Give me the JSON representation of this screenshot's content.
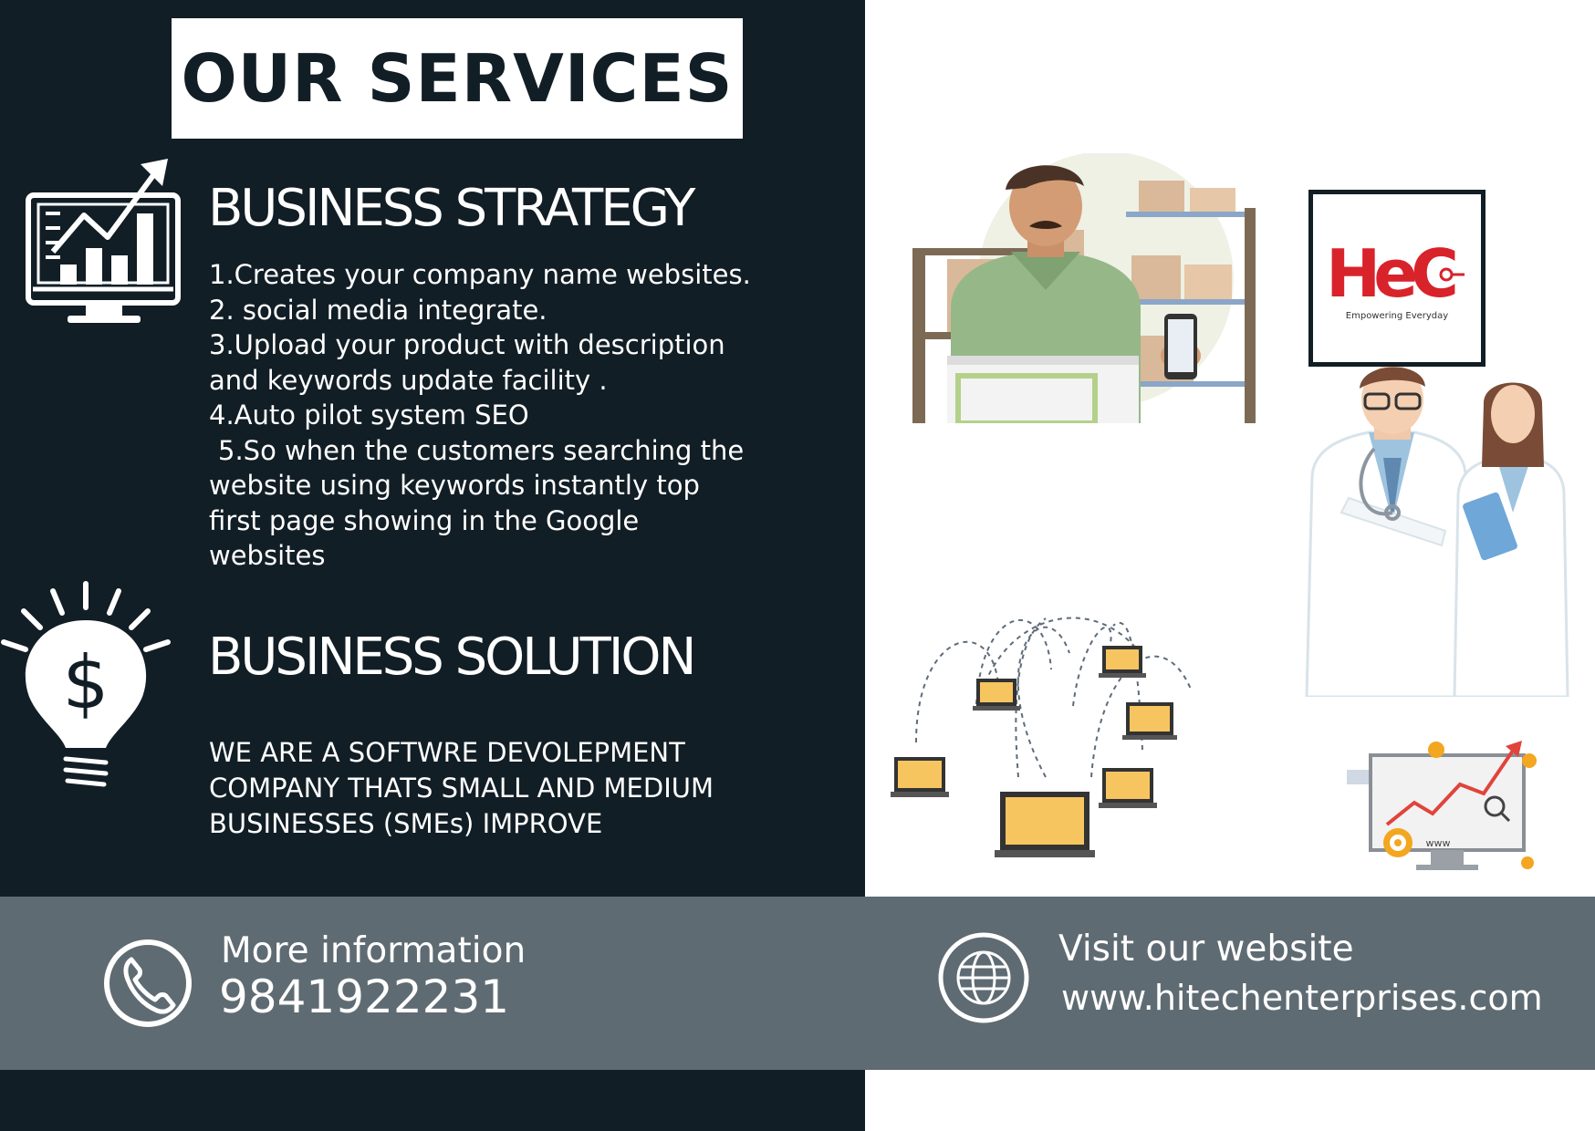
{
  "header": {
    "title": "OUR SERVICES"
  },
  "strategy": {
    "heading": "BUSINESS STRATEGY",
    "items": [
      "1.Creates your company name websites.",
      "2. social media integrate.",
      "3.Upload your product with description and keywords update facility .",
      "4.Auto pilot system SEO",
      "5.So when the customers searching the website using keywords instantly top first page showing in the Google websites"
    ]
  },
  "solution": {
    "heading": "BUSINESS SOLUTION",
    "text": "WE ARE A SOFTWRE DEVOLEPMENT COMPANY THATS SMALL AND MEDIUM BUSINESSES (SMEs) IMPROVE"
  },
  "footer": {
    "phone_label": "More information",
    "phone_number": "9841922231",
    "web_label": "Visit our website",
    "web_url": "www.hitechenterprises.com"
  },
  "logo": {
    "tagline": "Empowering Everyday"
  },
  "illustration_labels": {
    "www": "www"
  },
  "colors": {
    "dark_panel": "#121e25",
    "footer_bar": "#5f6b72",
    "logo_red": "#d8232a",
    "laptop_yellow": "#f7c560"
  },
  "icons": [
    "chart-monitor-icon",
    "lightbulb-dollar-icon",
    "phone-icon",
    "globe-icon"
  ]
}
